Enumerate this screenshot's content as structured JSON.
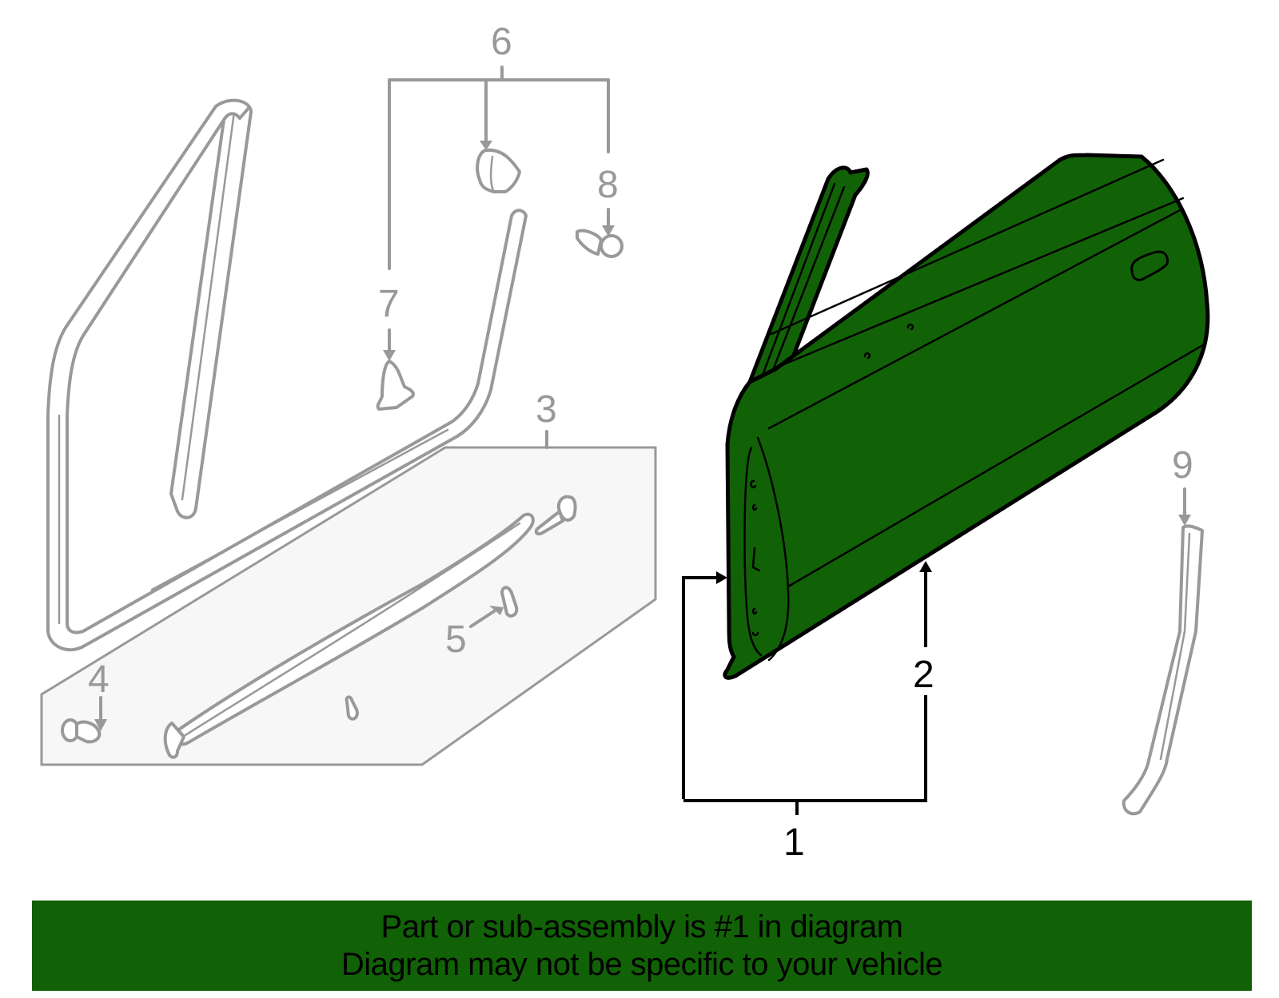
{
  "diagram": {
    "title": "Front door assembly parts diagram",
    "highlight_color": "#116206",
    "outline_color": "#000000",
    "secondary_color": "#999999",
    "inset_background": "#f7f7f7",
    "callouts": [
      {
        "number": "1",
        "part": "door-shell-assembly",
        "highlighted": true
      },
      {
        "number": "2",
        "part": "door-outer-panel",
        "highlighted": true
      },
      {
        "number": "3",
        "part": "molding-kit-inset",
        "highlighted": false
      },
      {
        "number": "4",
        "part": "molding-clip",
        "highlighted": false
      },
      {
        "number": "5",
        "part": "molding-retainer",
        "highlighted": false
      },
      {
        "number": "6",
        "part": "weatherstrip-group",
        "highlighted": false
      },
      {
        "number": "7",
        "part": "weatherstrip-clip",
        "highlighted": false
      },
      {
        "number": "8",
        "part": "weatherstrip-fastener",
        "highlighted": false
      },
      {
        "number": "9",
        "part": "rear-seal-strip",
        "highlighted": false
      }
    ]
  },
  "banner": {
    "line1": "Part or sub-assembly is #1 in diagram",
    "line2": "Diagram may not be specific to your vehicle",
    "background": "#116206"
  }
}
